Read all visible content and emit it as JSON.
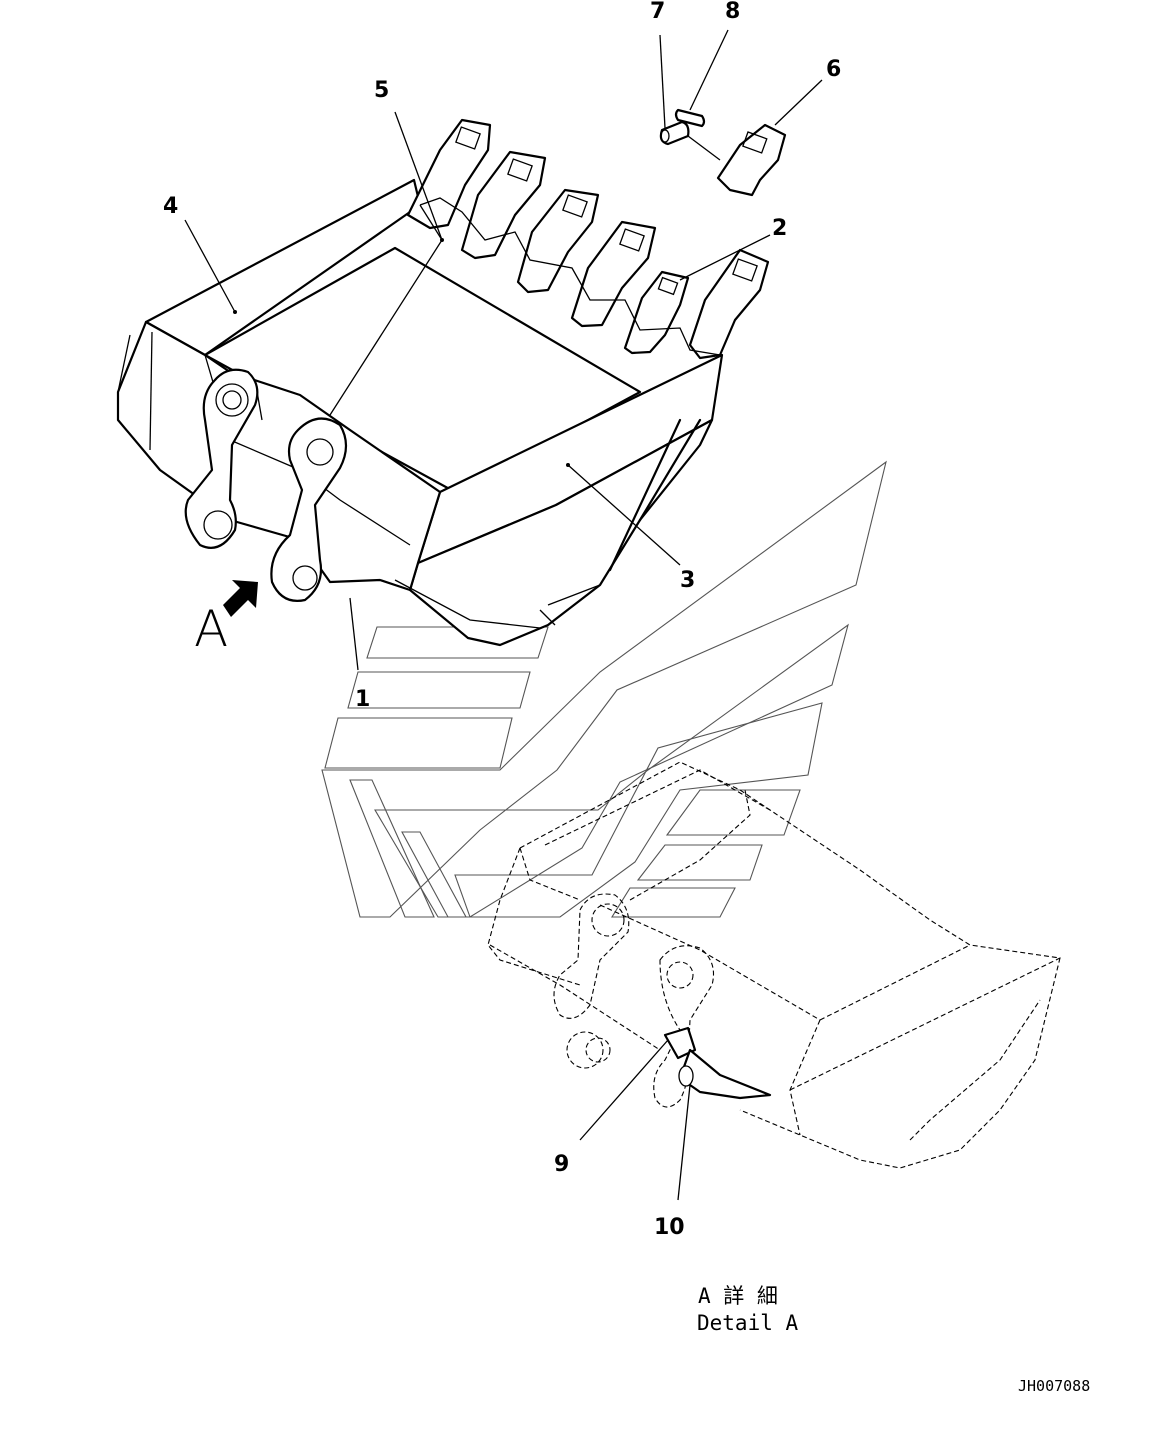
{
  "callouts": [
    "1",
    "2",
    "3",
    "4",
    "5",
    "6",
    "7",
    "8",
    "9",
    "10"
  ],
  "view_marker": "A",
  "detail_caption_jp": "A 詳 細",
  "detail_caption_en": "Detail A",
  "drawing_code": "JH007088"
}
